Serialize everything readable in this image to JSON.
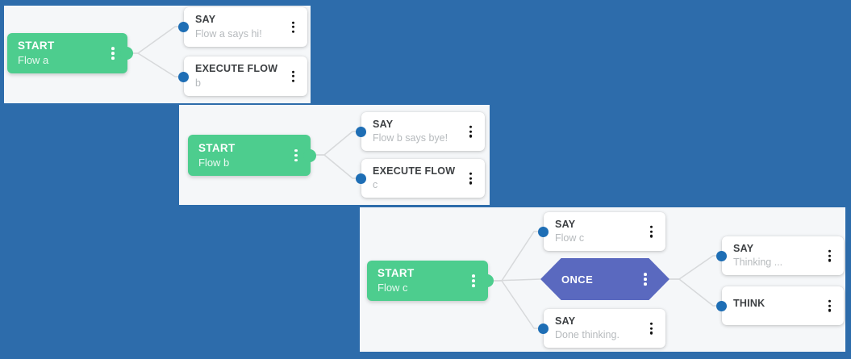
{
  "app": {
    "name": "chatbot-flow-editor",
    "view": "flow-canvases"
  },
  "colors": {
    "page_bg": "#2d6cab",
    "panel_bg": "#f5f7f9",
    "start_node": "#4dcd8e",
    "once_node": "#5a69bf",
    "port_dot": "#1e6eb5",
    "connector": "#d7d9db",
    "card_bg": "#ffffff",
    "card_title": "#3d4043",
    "card_subtitle": "#b6babd",
    "menu_dot": "#141414"
  },
  "icons": {
    "node_menu": "kebab-vertical-icon",
    "input_port": "port-dot-icon",
    "output_port": "port-bump-icon"
  },
  "panels": [
    {
      "id": "flow-a",
      "start": {
        "label": "START",
        "flow": "Flow a"
      },
      "nodes": [
        {
          "title": "SAY",
          "subtitle": "Flow a says hi!"
        },
        {
          "title": "EXECUTE FLOW",
          "subtitle": "b"
        }
      ]
    },
    {
      "id": "flow-b",
      "start": {
        "label": "START",
        "flow": "Flow b"
      },
      "nodes": [
        {
          "title": "SAY",
          "subtitle": "Flow b says bye!"
        },
        {
          "title": "EXECUTE FLOW",
          "subtitle": "c"
        }
      ]
    },
    {
      "id": "flow-c",
      "start": {
        "label": "START",
        "flow": "Flow c"
      },
      "nodes": [
        {
          "title": "SAY",
          "subtitle": "Flow c"
        },
        {
          "title": "ONCE",
          "subtitle": ""
        },
        {
          "title": "SAY",
          "subtitle": "Done thinking."
        },
        {
          "title": "SAY",
          "subtitle": "Thinking ..."
        },
        {
          "title": "THINK",
          "subtitle": ""
        }
      ]
    }
  ]
}
